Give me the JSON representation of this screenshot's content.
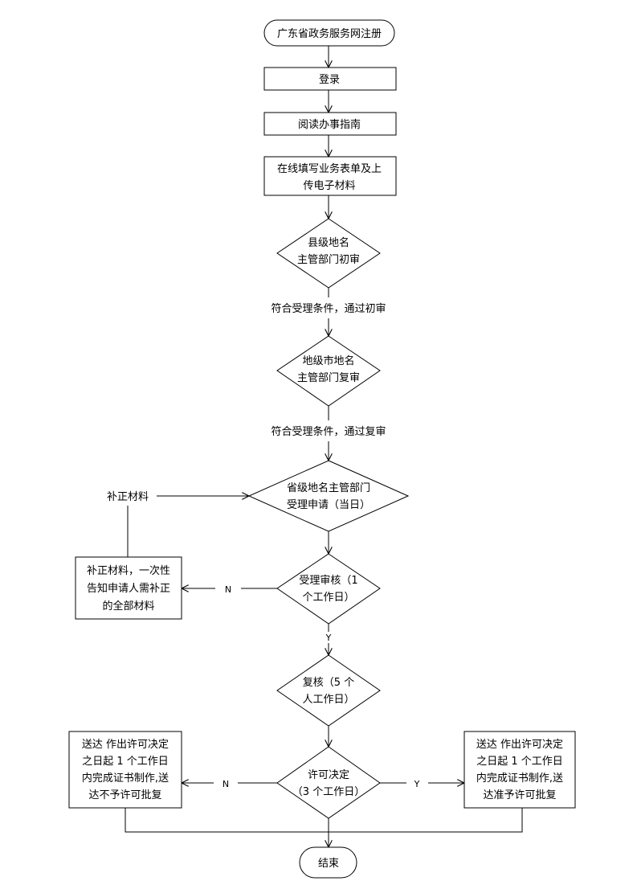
{
  "nodes": {
    "register": "广东省政务服务网注册",
    "login": "登录",
    "read_guide": "阅读办事指南",
    "fill_form": [
      "在线填写业务表单及上",
      "传电子材料"
    ],
    "county_review": [
      "县级地名",
      "主管部门初审"
    ],
    "city_review": [
      "地级市地名",
      "主管部门复审"
    ],
    "province_accept": [
      "省级地名主管部门",
      "受理申请（当日）"
    ],
    "accept_check": [
      "受理审核（1",
      "个工作日）"
    ],
    "supplement_notice": [
      "补正材料，一次性",
      "告知申请人需补正",
      "的全部材料"
    ],
    "recheck": [
      "复核（5 个",
      "人工作日）"
    ],
    "decision": [
      "许可决定",
      "（3 个工作日）"
    ],
    "deliver_reject": [
      "送达 作出许可决定",
      "之日起 1 个工作日",
      "内完成证书制作,送",
      "达不予许可批复"
    ],
    "deliver_approve": [
      "送达 作出许可决定",
      "之日起 1 个工作日",
      "内完成证书制作,送",
      "达准予许可批复"
    ],
    "end": "结束"
  },
  "labels": {
    "pass_initial": "符合受理条件，通过初审",
    "pass_review": "符合受理条件，通过复审",
    "supplement": "补正材料",
    "n_accept": "N",
    "y_accept": "Y",
    "n_decision": "N",
    "y_decision": "Y"
  }
}
